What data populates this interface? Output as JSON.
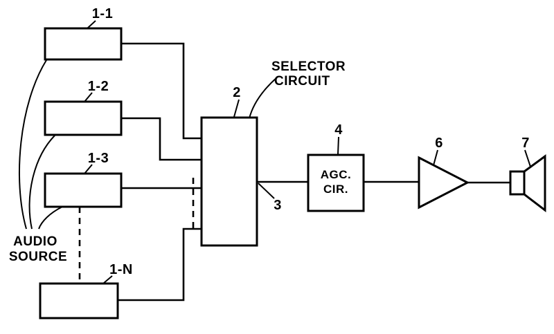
{
  "figure": {
    "colors": {
      "background": "#ffffff",
      "ink": "#000000"
    },
    "sources": [
      {
        "ref": "1-1"
      },
      {
        "ref": "1-2"
      },
      {
        "ref": "1-3"
      },
      {
        "ref": "1-N"
      }
    ],
    "audio_source": {
      "line1": "AUDIO",
      "line2": "SOURCE"
    },
    "selector": {
      "ref": "2",
      "caption_line1": "SELECTOR",
      "caption_line2": "CIRCUIT"
    },
    "output": {
      "ref": "3"
    },
    "agc": {
      "ref": "4",
      "line1": "AGC.",
      "line2": "CIR."
    },
    "amplifier": {
      "ref": "6"
    },
    "speaker": {
      "ref": "7"
    }
  }
}
